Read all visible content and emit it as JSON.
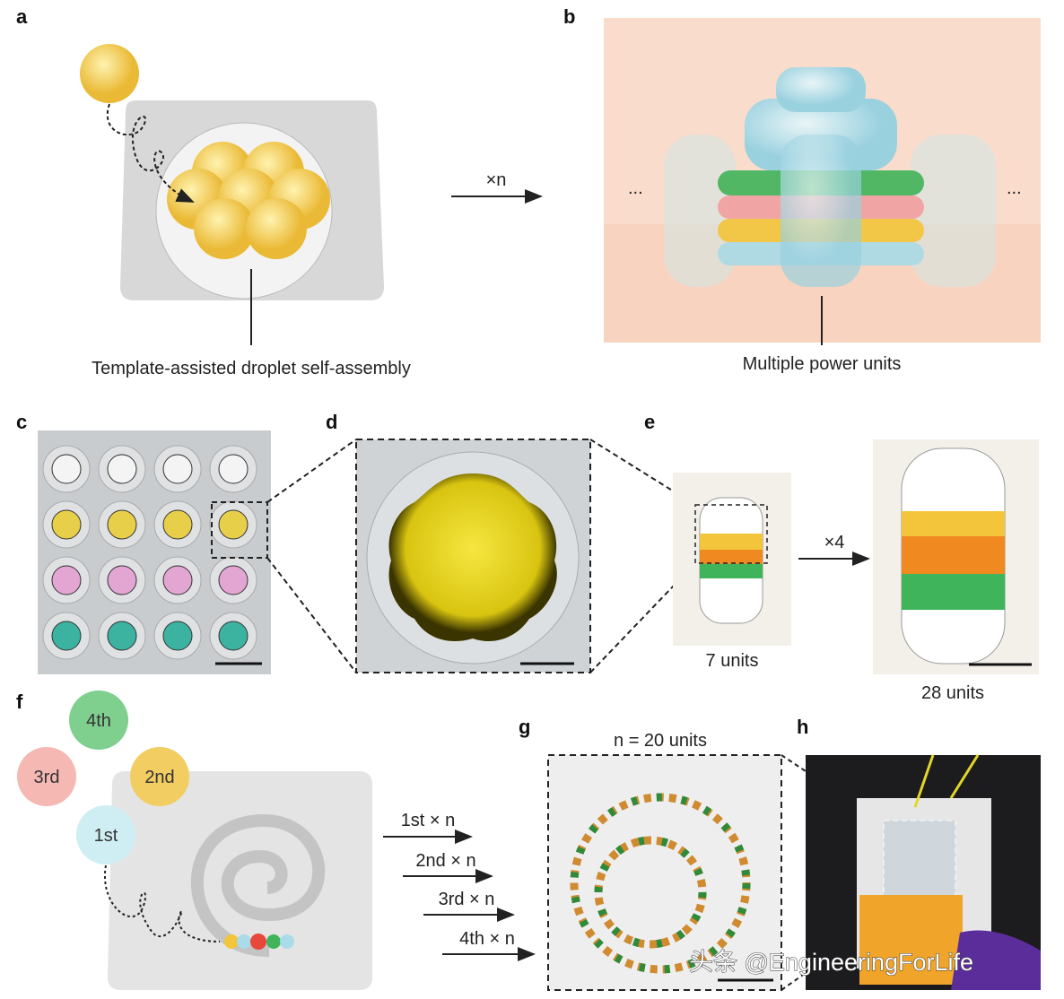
{
  "panels": {
    "a": {
      "letter": "a",
      "caption": "Template-assisted droplet self-assembly"
    },
    "b": {
      "letter": "b",
      "caption": "Multiple power units",
      "ellipsis_left": "...",
      "ellipsis_right": "..."
    },
    "c": {
      "letter": "c"
    },
    "d": {
      "letter": "d"
    },
    "e": {
      "letter": "e",
      "small_label": "7 units",
      "large_label": "28 units",
      "arrow_label": "×4"
    },
    "f": {
      "letter": "f",
      "droplets": [
        "4th",
        "3rd",
        "2nd",
        "1st"
      ],
      "arrows": [
        "1st × n",
        "2nd × n",
        "3rd × n",
        "4th × n"
      ]
    },
    "g": {
      "letter": "g",
      "title": "n = 20 units"
    },
    "h": {
      "letter": "h"
    }
  },
  "ab_arrow_label": "×n",
  "watermark": "头条 @EngineeringForLife",
  "colors": {
    "yellow": "#f2c53a",
    "blue": "#a9dbe8",
    "green": "#3fb45a",
    "pink": "#f0a0a0",
    "peach": "#f9dccb"
  }
}
